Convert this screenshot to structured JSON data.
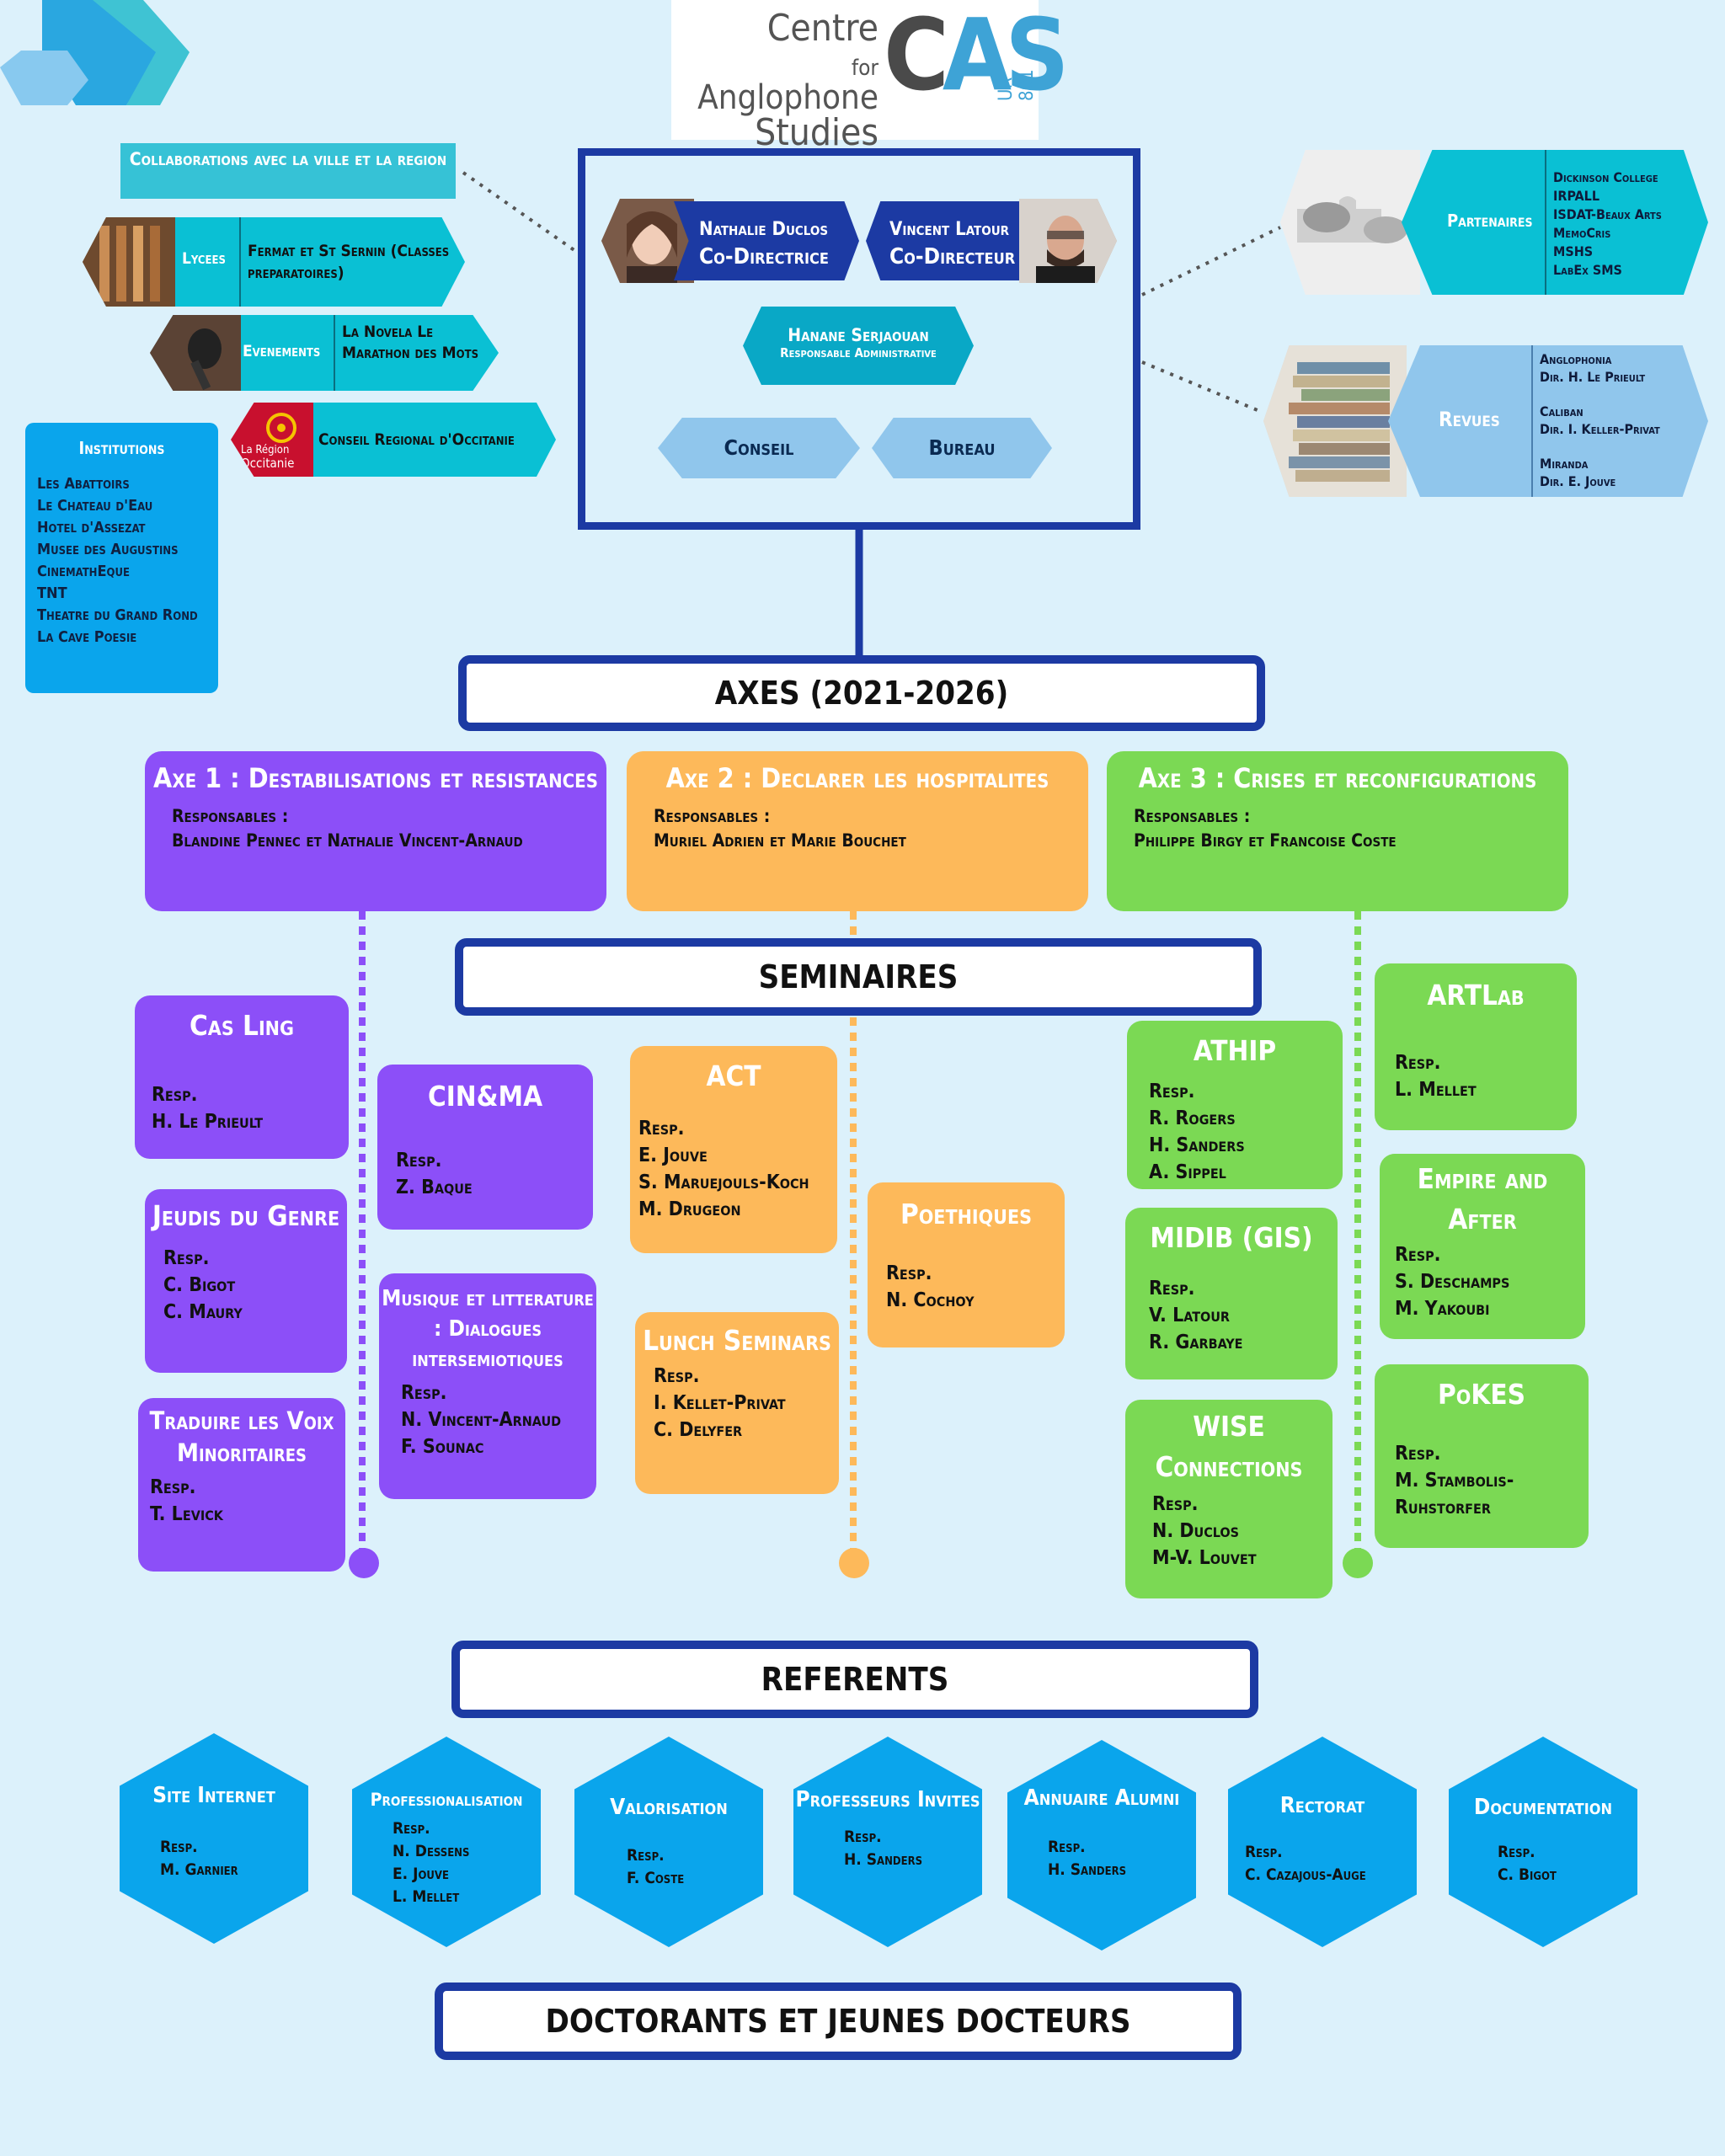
{
  "logo": {
    "line1": "Centre",
    "line2_prefix": "for",
    "line2": "Anglophone",
    "line3": "Studies",
    "mark_part1": "C",
    "mark_part2": "A",
    "mark_part3": "S",
    "unit": "UR 801"
  },
  "governance": {
    "codirectrice_name": "Nathalie Duclos",
    "codirectrice_role": "Co-Directrice",
    "codirecteur_name": "Vincent Latour",
    "codirecteur_role": "Co-Directeur",
    "admin_name": "Hanane Serjaouan",
    "admin_role": "Responsable Administrative",
    "conseil": "Conseil",
    "bureau": "Bureau"
  },
  "collaborations": {
    "title": "Collaborations avec la ville et la region",
    "lycees_label": "Lycees",
    "lycees_value": "Fermat et St Sernin (Classes preparatoires)",
    "evenements_label": "Evenements",
    "evenements_value": "La Novela Le Marathon des Mots",
    "region_logo_line1": "La Région",
    "region_logo_line2": "Occitanie",
    "conseil_regional": "Conseil Regional d'Occitanie",
    "institutions_title": "Institutions",
    "institutions": [
      "Les Abattoirs",
      "Le Chateau d'Eau",
      "Hotel d'Assezat",
      "Musee des Augustins",
      "CinemathEque",
      "TNT",
      "Theatre du Grand Rond",
      "La Cave Poesie"
    ]
  },
  "partenaires": {
    "label": "Partenaires",
    "items": [
      "Dickinson College",
      "IRPALL",
      "ISDAT-Beaux Arts",
      "MemoCris",
      "MSHS",
      "LabEx SMS"
    ]
  },
  "revues": {
    "label": "Revues",
    "items": [
      {
        "name": "Anglophonia",
        "dir": "Dir. H. Le Prieult"
      },
      {
        "name": "Caliban",
        "dir": "Dir. I. Keller-Privat"
      },
      {
        "name": "Miranda",
        "dir": "Dir. E. Jouve"
      }
    ]
  },
  "headings": {
    "axes": "AXES (2021-2026)",
    "seminaires": "SEMINAIRES",
    "referents": "REFERENTS",
    "doctorants": "DOCTORANTS ET JEUNES DOCTEURS"
  },
  "axes": [
    {
      "title": "Axe 1 : Destabilisations et resistances",
      "resp_label": "Responsables :",
      "resp": "Blandine Pennec et Nathalie Vincent-Arnaud"
    },
    {
      "title": "Axe 2 : Declarer les hospitalites",
      "resp_label": "Responsables :",
      "resp": "Muriel Adrien et Marie Bouchet"
    },
    {
      "title": "Axe 3 : Crises et reconfigurations",
      "resp_label": "Responsables :",
      "resp": "Philippe Birgy et Francoise Coste"
    }
  ],
  "seminars": {
    "casling": {
      "title": "Cas Ling",
      "resp": "Resp.",
      "names": [
        "H. Le Prieult"
      ]
    },
    "jeudis": {
      "title": "Jeudis du Genre",
      "resp": "Resp.",
      "names": [
        "C. Bigot",
        "C. Maury"
      ]
    },
    "traduire": {
      "title": "Traduire les Voix Minoritaires",
      "resp": "Resp.",
      "names": [
        "T. Levick"
      ]
    },
    "cinema": {
      "title": "CIN&MA",
      "resp": "Resp.",
      "names": [
        "Z. Baque"
      ]
    },
    "musique": {
      "title": "Musique et litterature : Dialogues intersemiotiques",
      "resp": "Resp.",
      "names": [
        "N. Vincent-Arnaud",
        "F. Sounac"
      ]
    },
    "act": {
      "title": "ACT",
      "resp": "Resp.",
      "names": [
        "E. Jouve",
        "S. Maruejouls-Koch",
        "M. Drugeon"
      ]
    },
    "lunch": {
      "title": "Lunch Seminars",
      "resp": "Resp.",
      "names": [
        "I. Kellet-Privat",
        "C. Delyfer"
      ]
    },
    "poethiques": {
      "title": "Poethiques",
      "resp": "Resp.",
      "names": [
        "N. Cochoy"
      ]
    },
    "athip": {
      "title": "ATHIP",
      "resp": "Resp.",
      "names": [
        "R. Rogers",
        "H. Sanders",
        "A. Sippel"
      ]
    },
    "midib": {
      "title": "MIDIB (GIS)",
      "resp": "Resp.",
      "names": [
        "V. Latour",
        "R. Garbaye"
      ]
    },
    "wise": {
      "title": "WISE Connections",
      "resp": "Resp.",
      "names": [
        "N. Duclos",
        "M-V. Louvet"
      ]
    },
    "artlab": {
      "title": "ARTLab",
      "resp": "Resp.",
      "names": [
        "L. Mellet"
      ]
    },
    "empire": {
      "title": "Empire and After",
      "resp": "Resp.",
      "names": [
        "S. Deschamps",
        "M. Yakoubi"
      ]
    },
    "pokes": {
      "title": "PoKES",
      "resp": "Resp.",
      "names": [
        "M. Stambolis-",
        "Ruhstorfer"
      ]
    }
  },
  "referents": [
    {
      "title": "Site Internet",
      "resp": "Resp.",
      "names": [
        "M. Garnier"
      ]
    },
    {
      "title": "Professionalisation",
      "resp": "Resp.",
      "names": [
        "N. Dessens",
        "E. Jouve",
        "L. Mellet"
      ]
    },
    {
      "title": "Valorisation",
      "resp": "Resp.",
      "names": [
        "F. Coste"
      ]
    },
    {
      "title": "Professeurs Invites",
      "resp": "Resp.",
      "names": [
        "H. Sanders"
      ]
    },
    {
      "title": "Annuaire Alumni",
      "resp": "Resp.",
      "names": [
        "H. Sanders"
      ]
    },
    {
      "title": "Rectorat",
      "resp": "Resp.",
      "names": [
        "C. Cazajous-Auge"
      ]
    },
    {
      "title": "Documentation",
      "resp": "Resp.",
      "names": [
        "C. Bigot"
      ]
    }
  ],
  "colors": {
    "navy": "#1c3aa3",
    "purple": "#8c4ff8",
    "orange": "#fdb95a",
    "green": "#7bd954",
    "cyan": "#0ac0d4",
    "blue": "#0aa5ec",
    "light_blue": "#90c6ec",
    "background": "#dcf1fb"
  }
}
